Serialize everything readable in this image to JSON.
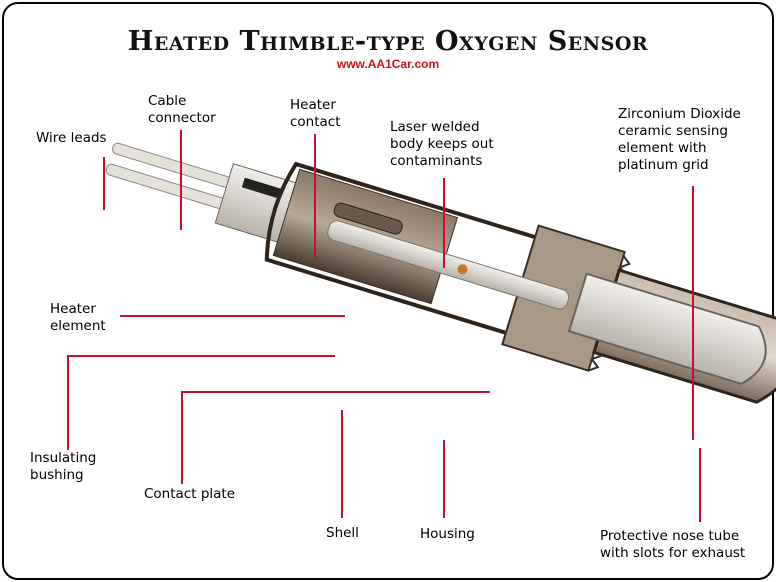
{
  "title": "Heated Thimble-type Oxygen Sensor",
  "url": "www.AA1Car.com",
  "labels": {
    "wire_leads": "Wire leads",
    "cable_connector": "Cable\nconnector",
    "heater_contact": "Heater\ncontact",
    "laser_welded": "Laser welded\nbody keeps out\ncontaminants",
    "zirconium": "Zirconium Dioxide\nceramic sensing\nelement with\nplatinum grid",
    "heater_element": "Heater\nelement",
    "insulating_bushing": "Insulating\nbushing",
    "contact_plate": "Contact plate",
    "shell": "Shell",
    "housing": "Housing",
    "nose_tube": "Protective nose tube\nwith slots for exhaust"
  },
  "colors": {
    "leader": "#c8102e",
    "metal_dark": "#5a4c40",
    "metal_mid": "#9a8878",
    "metal_light": "#c8bcae",
    "ceramic": "#e8e4de"
  }
}
